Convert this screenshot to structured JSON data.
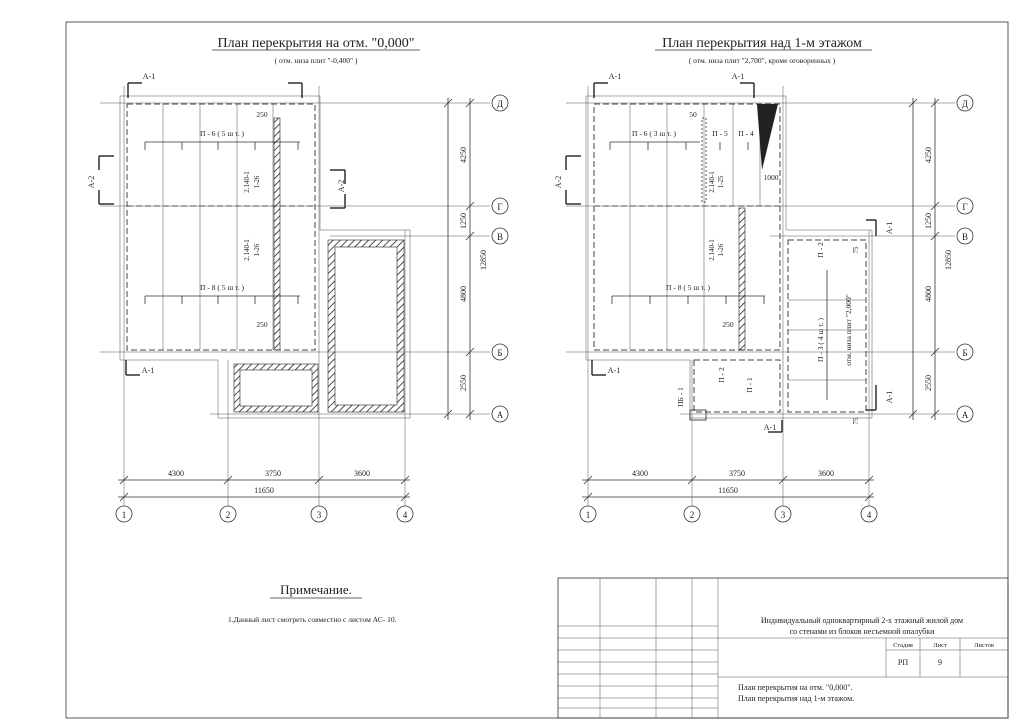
{
  "left_plan": {
    "title": "План перекрытия на отм. \"0,000\"",
    "subtitle": "( отм. низа плит \"-0,400\" )",
    "slab_top": "П - 6 ( 5 ш т. )",
    "slab_bottom": "П - 8 ( 5 ш т. )",
    "lintel_top_a": "2.140-1",
    "lintel_top_b": "1-26",
    "lintel_mid_a": "2.140-1",
    "lintel_mid_b": "1-26",
    "dim_250_top": "250",
    "dim_250_bottom": "250",
    "section_a1": "А-1",
    "section_a2": "А-2",
    "dim_4250": "4250",
    "dim_1250": "1250",
    "dim_4800": "4800",
    "dim_2550": "2550",
    "dim_12850": "12850",
    "dim_4300": "4300",
    "dim_3750": "3750",
    "dim_3600": "3600",
    "dim_11650": "11650"
  },
  "right_plan": {
    "title": "План перекрытия над 1-м этажом",
    "subtitle": "( отм. низа плит \"2,700\", кроме оговоренных )",
    "slab_top": "П - 6 ( 3 ш т. )",
    "slab_p5": "П - 5",
    "slab_p4": "П - 4",
    "slab_bottom": "П - 8 ( 5 ш т. )",
    "slab_p2_top": "П - 2",
    "slab_p2_bottom": "П - 2",
    "slab_p1": "П - 1",
    "slab_pb1": "ПБ - 1",
    "slab_p3": "П - 3 ( 4 ш т. )",
    "p3_note": "отм. низа плит \"2,000\"",
    "lintel_top_a": "2.140-1",
    "lintel_top_b": "1-25",
    "lintel_mid_a": "2.140-1",
    "lintel_mid_b": "1-26",
    "dim_50": "50",
    "dim_1000": "1000",
    "dim_250": "250",
    "dim_75_top": "75",
    "dim_75_bottom": "75",
    "section_a1": "А-1",
    "section_a2": "А-2",
    "dim_4250": "4250",
    "dim_1250": "1250",
    "dim_4800": "4800",
    "dim_2550": "2550",
    "dim_12850": "12850",
    "dim_4300": "4300",
    "dim_3750": "3750",
    "dim_3600": "3600",
    "dim_11650": "11650"
  },
  "axes": {
    "rows": [
      "Д",
      "Г",
      "В",
      "Б",
      "А"
    ],
    "cols": [
      "1",
      "2",
      "3",
      "4"
    ]
  },
  "note": {
    "heading": "Примечание.",
    "text": "1.Данный  лист  смотреть  совместно  с  листом  АС- 10."
  },
  "title_block": {
    "project": "Индивидуальный одноквартирный 2-х этажный жилой дом",
    "project_line2": "со стенами из блоков несъемной опалубки",
    "stage_header": "Стадия",
    "sheet_header": "Лист",
    "sheets_header": "Листов",
    "stage": "РП",
    "sheet": "9",
    "sheets": "",
    "drawing_line1": "План перекрытия на отм. \"0,000\".",
    "drawing_line2": "План перекрытия над 1-м этажом."
  }
}
